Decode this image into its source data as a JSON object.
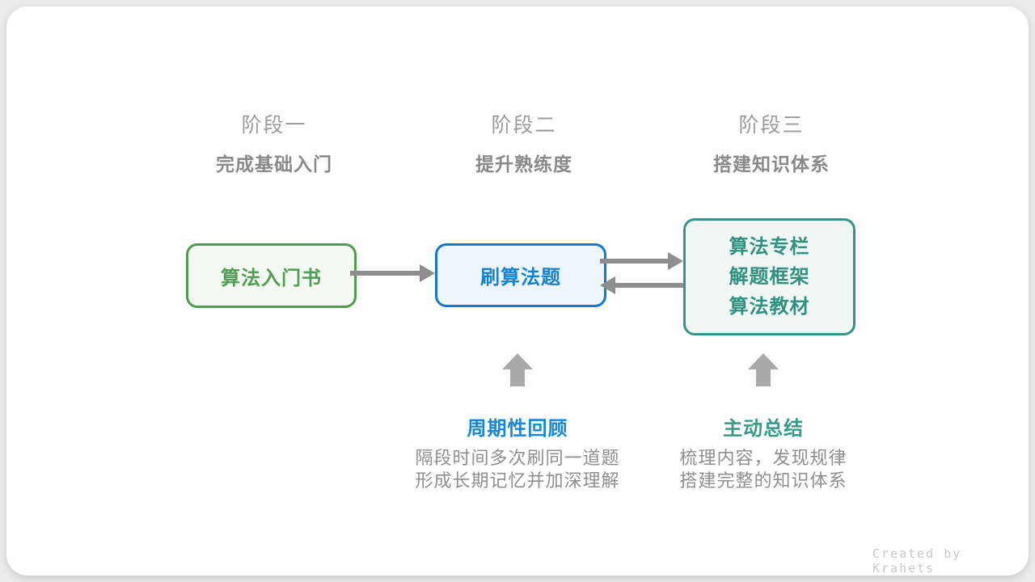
{
  "diagram": {
    "stages": [
      {
        "label": "阶段一",
        "subtitle": "完成基础入门"
      },
      {
        "label": "阶段二",
        "subtitle": "提升熟练度"
      },
      {
        "label": "阶段三",
        "subtitle": "搭建知识体系"
      }
    ],
    "nodes": [
      {
        "label": "算法入门书",
        "border_color": "#4f9b53",
        "text_color": "#4f9e53",
        "bg_color": "#f4f9f2"
      },
      {
        "label": "刷算法题",
        "border_color": "#1779cb",
        "text_color": "#1681ce",
        "bg_color": "#eef6fd"
      },
      {
        "lines": [
          "算法专栏",
          "解题框架",
          "算法教材"
        ],
        "border_color": "#3a9188",
        "text_color": "#30917f",
        "bg_color": "#f0f7f5"
      }
    ],
    "annotations": [
      {
        "title": "周期性回顾",
        "title_color": "#1787d6",
        "desc_lines": [
          "隔段时间多次刷同一道题",
          "形成长期记忆并加深理解"
        ]
      },
      {
        "title": "主动总结",
        "title_color": "#379a87",
        "desc_lines": [
          "梳理内容，发现规律",
          "搭建完整的知识体系"
        ]
      }
    ],
    "connector_color": "#8e8e8e",
    "up_arrow_color": "#a9a9a9",
    "watermark": "Created by Krahets"
  }
}
